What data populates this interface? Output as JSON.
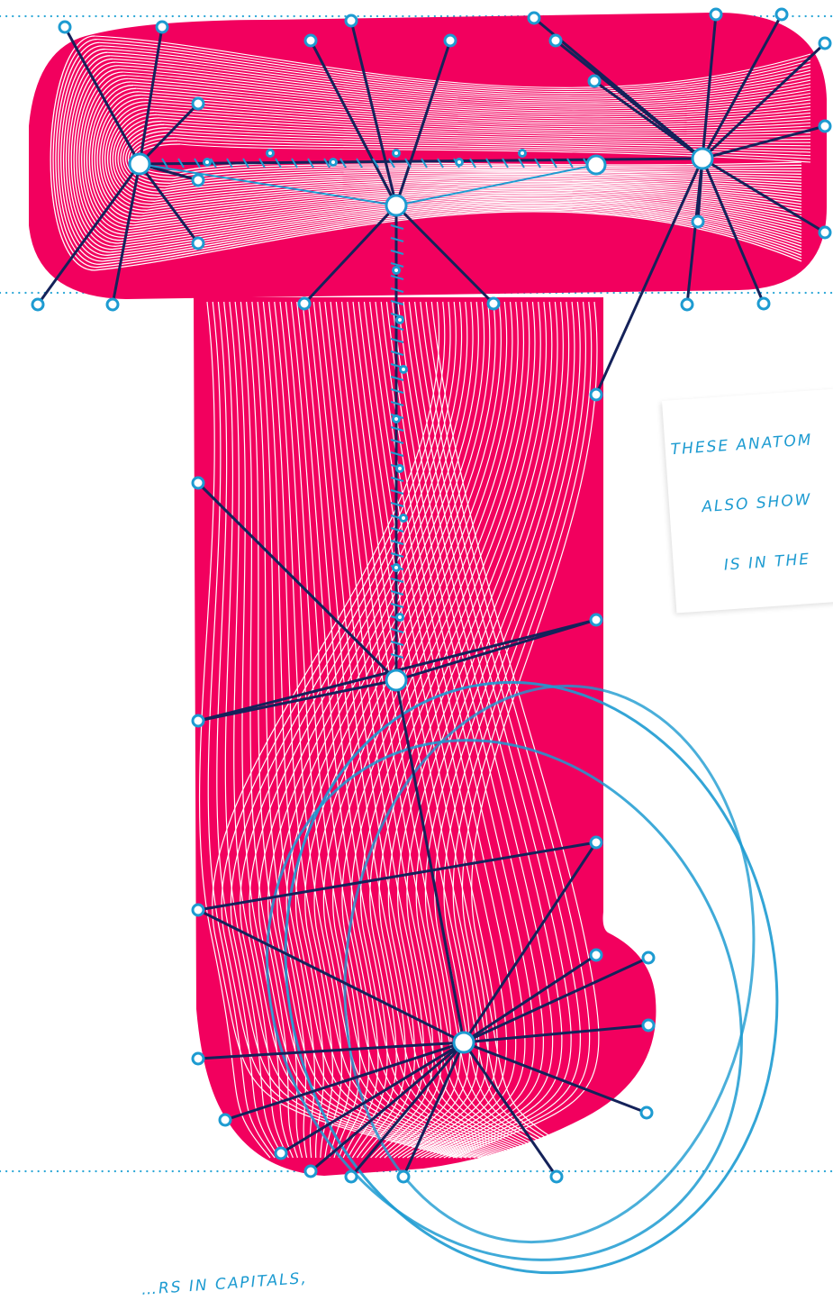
{
  "notes": {
    "side_note": {
      "lines": [
        "THESE ANATOM",
        "ALSO SHOW",
        "IS IN THE"
      ]
    },
    "bottom_note": {
      "text": "…RS IN CAPITALS,"
    }
  },
  "colors": {
    "letter_fill": "#f2005e",
    "strands": "#ffffff",
    "network_dark": "#14225a",
    "network_blue": "#1d9bd1",
    "guide_dots": "#2aa6d6"
  }
}
